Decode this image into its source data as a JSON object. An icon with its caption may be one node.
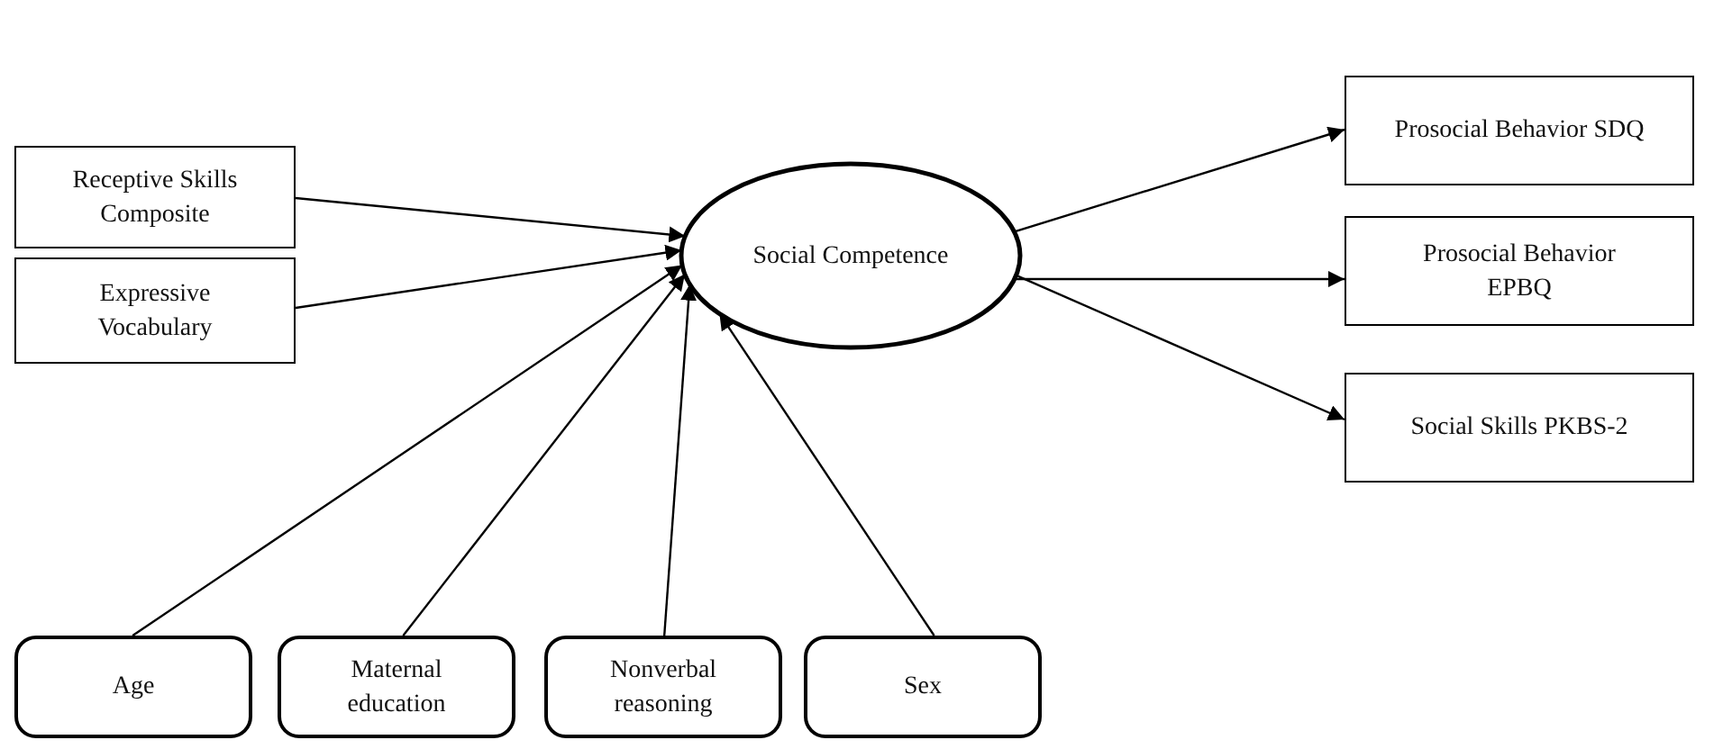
{
  "diagram": {
    "nodes": [
      {
        "text": [
          "Receptive Skills Composite"
        ]
      },
      {
        "text": [
          "Expressive Vocabulary"
        ]
      },
      {
        "text": [
          "Social Competence"
        ]
      },
      {
        "text": [
          "Prosocial Behavior SDQ"
        ]
      },
      {
        "text": [
          "Prosocial Behavior EPBQ"
        ]
      },
      {
        "text": [
          "Social Skills PKBS-2"
        ]
      },
      {
        "text": [
          "Age"
        ]
      },
      {
        "text": [
          "Maternal education"
        ]
      },
      {
        "text": [
          "Nonverbal reasoning"
        ]
      },
      {
        "text": [
          "Sex"
        ]
      }
    ],
    "edges": [
      {
        "from": 0,
        "to": 2,
        "arrow": "to"
      },
      {
        "from": 1,
        "to": 2,
        "arrow": "to"
      },
      {
        "from": 6,
        "to": 2,
        "arrow": "to"
      },
      {
        "from": 7,
        "to": 2,
        "arrow": "to"
      },
      {
        "from": 8,
        "to": 2,
        "arrow": "to"
      },
      {
        "from": 9,
        "to": 2,
        "arrow": "to"
      },
      {
        "from": 2,
        "to": 3,
        "arrow": "to"
      },
      {
        "from": 2,
        "to": 4,
        "arrow": "to"
      },
      {
        "from": 2,
        "to": 5,
        "arrow": "to"
      }
    ]
  }
}
